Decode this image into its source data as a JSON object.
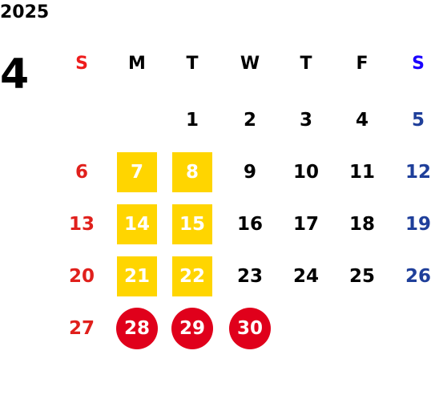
{
  "year": "2025",
  "month": "4",
  "colors": {
    "sunday": "#e0201c",
    "saturday": "#1f3f9a",
    "weekday": "#000000",
    "highlight_square": "#ffd500",
    "highlight_circle": "#e0001b",
    "highlight_text": "#ffffff"
  },
  "weekdays": [
    "S",
    "M",
    "T",
    "W",
    "T",
    "F",
    "S"
  ],
  "weekday_colors": [
    "#ee1c1c",
    "#000000",
    "#000000",
    "#000000",
    "#000000",
    "#000000",
    "#1a00ff"
  ],
  "weeks": [
    [
      {
        "day": "",
        "style": "none"
      },
      {
        "day": "",
        "style": "none"
      },
      {
        "day": "1",
        "style": "none"
      },
      {
        "day": "2",
        "style": "none"
      },
      {
        "day": "3",
        "style": "none"
      },
      {
        "day": "4",
        "style": "none"
      },
      {
        "day": "5",
        "style": "none"
      }
    ],
    [
      {
        "day": "6",
        "style": "none"
      },
      {
        "day": "7",
        "style": "square"
      },
      {
        "day": "8",
        "style": "square"
      },
      {
        "day": "9",
        "style": "none"
      },
      {
        "day": "10",
        "style": "none"
      },
      {
        "day": "11",
        "style": "none"
      },
      {
        "day": "12",
        "style": "none"
      }
    ],
    [
      {
        "day": "13",
        "style": "none"
      },
      {
        "day": "14",
        "style": "square"
      },
      {
        "day": "15",
        "style": "square"
      },
      {
        "day": "16",
        "style": "none"
      },
      {
        "day": "17",
        "style": "none"
      },
      {
        "day": "18",
        "style": "none"
      },
      {
        "day": "19",
        "style": "none"
      }
    ],
    [
      {
        "day": "20",
        "style": "none"
      },
      {
        "day": "21",
        "style": "square"
      },
      {
        "day": "22",
        "style": "square"
      },
      {
        "day": "23",
        "style": "none"
      },
      {
        "day": "24",
        "style": "none"
      },
      {
        "day": "25",
        "style": "none"
      },
      {
        "day": "26",
        "style": "none"
      }
    ],
    [
      {
        "day": "27",
        "style": "none"
      },
      {
        "day": "28",
        "style": "circle"
      },
      {
        "day": "29",
        "style": "circle"
      },
      {
        "day": "30",
        "style": "circle"
      },
      {
        "day": "",
        "style": "none"
      },
      {
        "day": "",
        "style": "none"
      },
      {
        "day": "",
        "style": "none"
      }
    ]
  ]
}
